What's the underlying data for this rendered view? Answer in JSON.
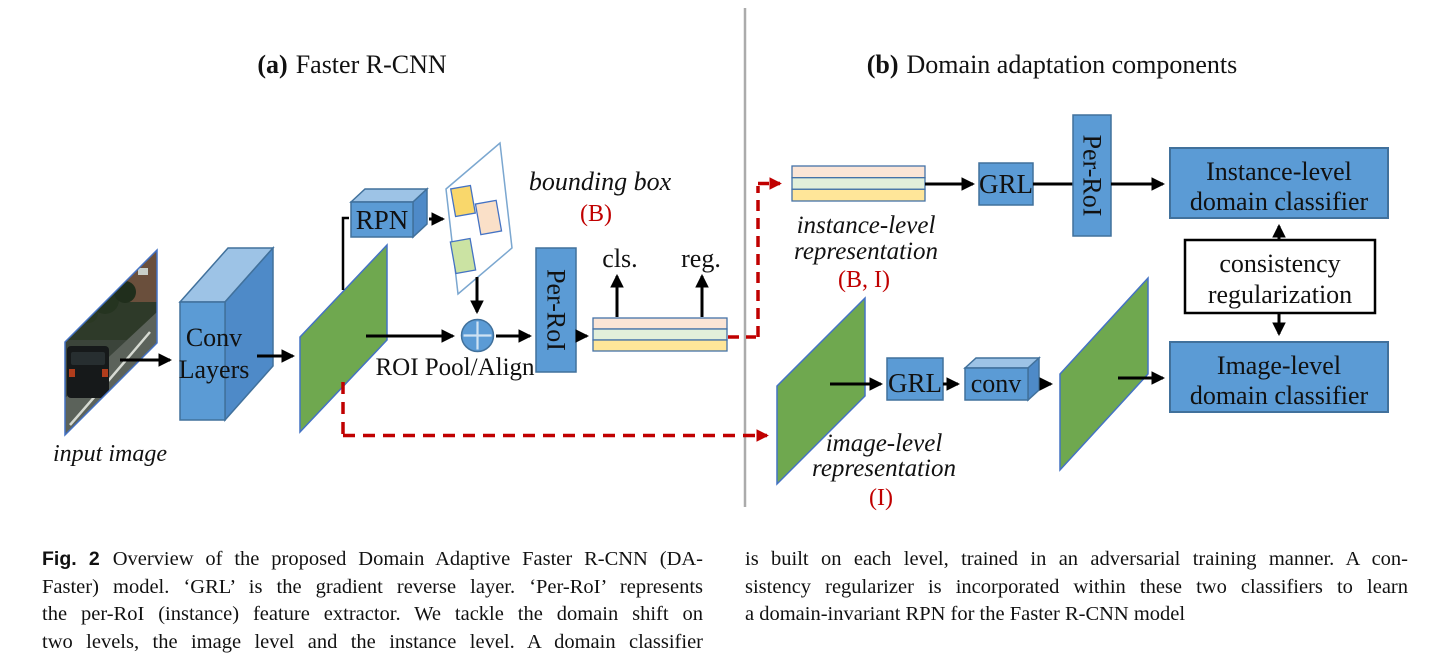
{
  "panel_a": {
    "label": "(a)",
    "title": "Faster R-CNN",
    "input_image_label": "input image",
    "conv_layers": {
      "line1": "Conv",
      "line2": "Layers"
    },
    "rpn_label": "RPN",
    "bounding_box_label": "bounding box",
    "bounding_box_tag": "(B)",
    "roi_pool_label": "ROI Pool/Align",
    "per_roi_label": "Per-RoI",
    "cls_label": "cls.",
    "reg_label": "reg."
  },
  "panel_b": {
    "label": "(b)",
    "title": "Domain adaptation components",
    "instance_repr": {
      "line1": "instance-level",
      "line2": "representation",
      "tag": "(B, I)"
    },
    "image_repr": {
      "line1": "image-level",
      "line2": "representation",
      "tag": "(I)"
    },
    "grl_top_label": "GRL",
    "grl_bottom_label": "GRL",
    "per_roi_label": "Per-RoI",
    "conv_label": "conv",
    "instance_classifier": {
      "line1": "Instance-level",
      "line2": "domain classifier"
    },
    "image_classifier": {
      "line1": "Image-level",
      "line2": "domain classifier"
    },
    "consistency": {
      "line1": "consistency",
      "line2": "regularization"
    }
  },
  "caption": {
    "fig_label": "Fig. 2",
    "left_lines": [
      "Overview of the proposed Domain Adaptive Faster R-CNN (DA-",
      "Faster) model. ‘GRL’ is the gradient reverse layer. ‘Per-RoI’ represents",
      "the per-RoI (instance) feature extractor. We tackle the domain shift on",
      "two levels, the image level and the instance level. A domain classifier"
    ],
    "right_lines": [
      "is built on each level, trained in an adversarial training manner. A con-",
      "sistency regularizer is incorporated within these two classifiers to learn",
      "a domain-invariant RPN for the Faster R-CNN model"
    ]
  },
  "colors": {
    "box_blue": "#5B9BD5",
    "box_blue_top": "#9DC3E6",
    "box_blue_side": "#4E8AC8",
    "box_blue_border": "#41719C",
    "green_fill": "#6FA84F",
    "green_border": "#4472C4",
    "stripe_peach": "#FBE5D6",
    "stripe_green": "#E2EFDA",
    "stripe_yellow": "#FFE699",
    "stripe_border": "#4472A8",
    "proposal_yellow": "#F9D76B",
    "proposal_peach": "#FAE0C8",
    "proposal_green": "#CBE3A3",
    "accent_red": "#C00000",
    "divider_gray": "#ABABAB"
  }
}
